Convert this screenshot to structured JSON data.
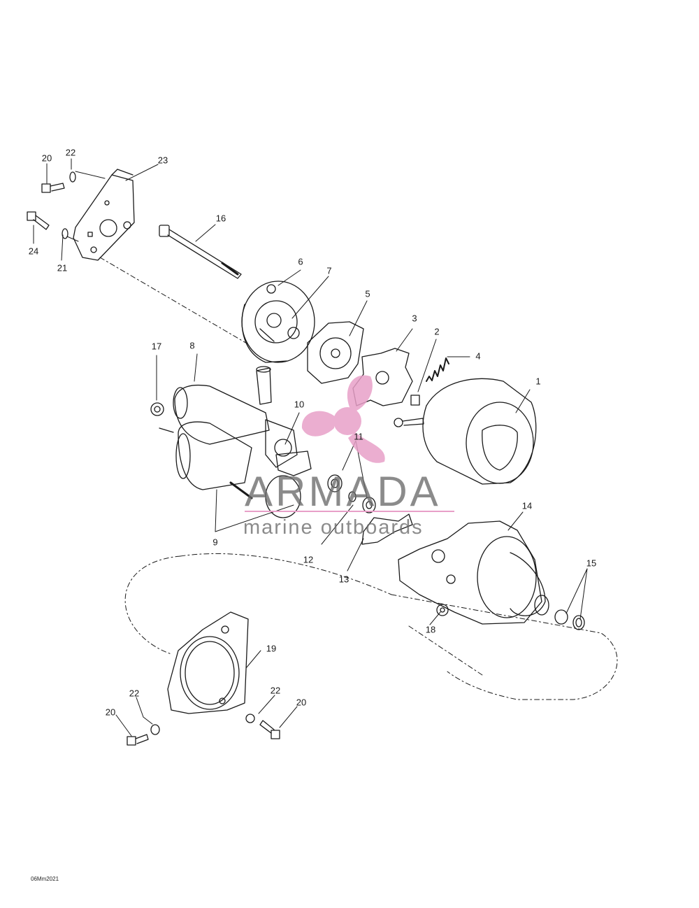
{
  "diagram": {
    "part_labels": [
      {
        "id": "p1",
        "text": "1"
      },
      {
        "id": "p2",
        "text": "2"
      },
      {
        "id": "p3",
        "text": "3"
      },
      {
        "id": "p4",
        "text": "4"
      },
      {
        "id": "p5",
        "text": "5"
      },
      {
        "id": "p6",
        "text": "6"
      },
      {
        "id": "p7",
        "text": "7"
      },
      {
        "id": "p8",
        "text": "8"
      },
      {
        "id": "p9",
        "text": "9"
      },
      {
        "id": "p10",
        "text": "10"
      },
      {
        "id": "p11",
        "text": "11"
      },
      {
        "id": "p12",
        "text": "12"
      },
      {
        "id": "p13",
        "text": "13"
      },
      {
        "id": "p14",
        "text": "14"
      },
      {
        "id": "p15",
        "text": "15"
      },
      {
        "id": "p16",
        "text": "16"
      },
      {
        "id": "p17",
        "text": "17"
      },
      {
        "id": "p18",
        "text": "18"
      },
      {
        "id": "p19",
        "text": "19"
      },
      {
        "id": "p20a",
        "text": "20"
      },
      {
        "id": "p22a",
        "text": "22"
      },
      {
        "id": "p23",
        "text": "23"
      },
      {
        "id": "p24",
        "text": "24"
      },
      {
        "id": "p21",
        "text": "21"
      },
      {
        "id": "p22b",
        "text": "22"
      },
      {
        "id": "p20b",
        "text": "20"
      },
      {
        "id": "p22c",
        "text": "22"
      },
      {
        "id": "p20c",
        "text": "20"
      }
    ],
    "drawing_code": "06Mm2021"
  },
  "watermark": {
    "title": "ARMADA",
    "subtitle": "marine outboards",
    "logo_color": "#e8a0c8",
    "text_color": "#6b6b6b"
  },
  "colors": {
    "line": "#1a1a1a",
    "background": "#ffffff"
  }
}
